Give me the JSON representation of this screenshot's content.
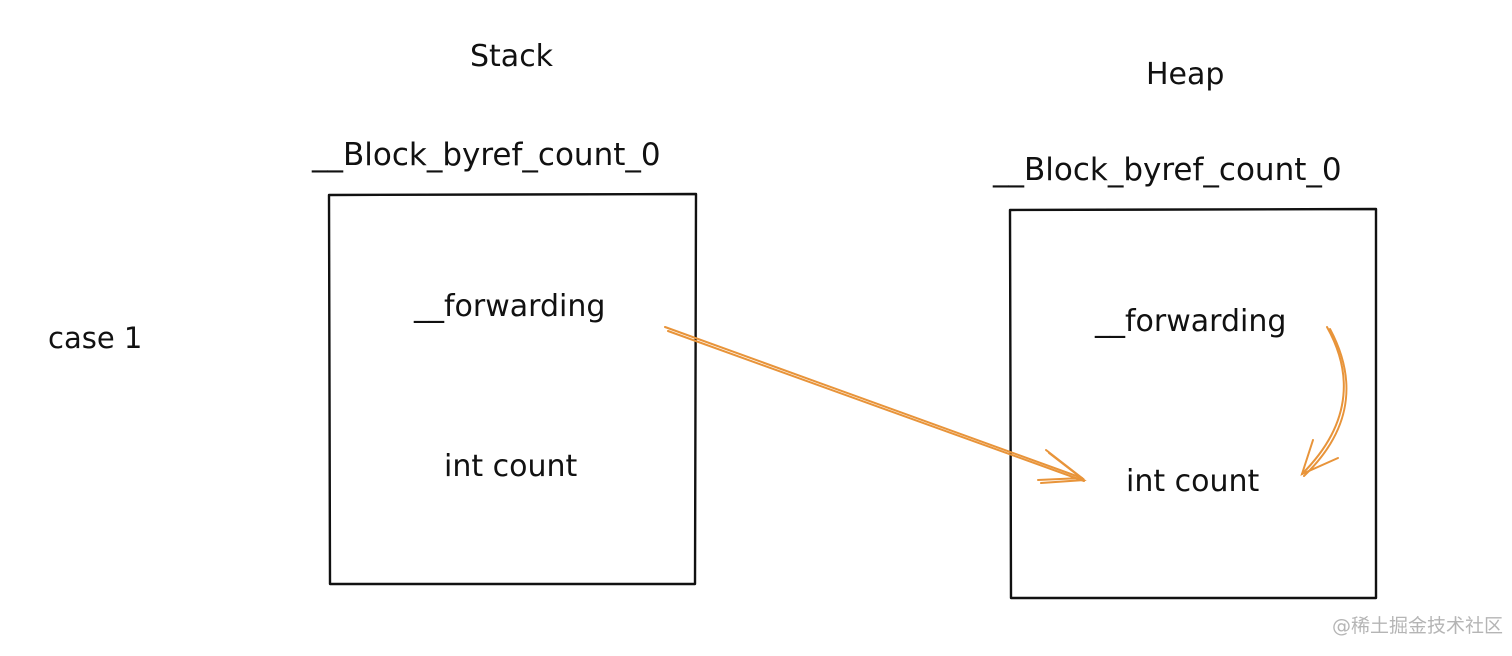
{
  "case_label": "case 1",
  "stack": {
    "heading": "Stack",
    "struct_name": "__Block_byref_count_0",
    "forwarding_field": "__forwarding",
    "count_field": "int count"
  },
  "heap": {
    "heading": "Heap",
    "struct_name": "__Block_byref_count_0",
    "forwarding_field": "__forwarding",
    "count_field": "int count"
  },
  "arrows": [
    {
      "from": "stack.__forwarding",
      "to": "heap.int count"
    },
    {
      "from": "heap.__forwarding",
      "to": "heap.int count"
    }
  ],
  "colors": {
    "line": "#111111",
    "arrow": "#e8943a",
    "watermark": "#b5b5b5"
  },
  "watermark": "@稀土掘金技术社区"
}
